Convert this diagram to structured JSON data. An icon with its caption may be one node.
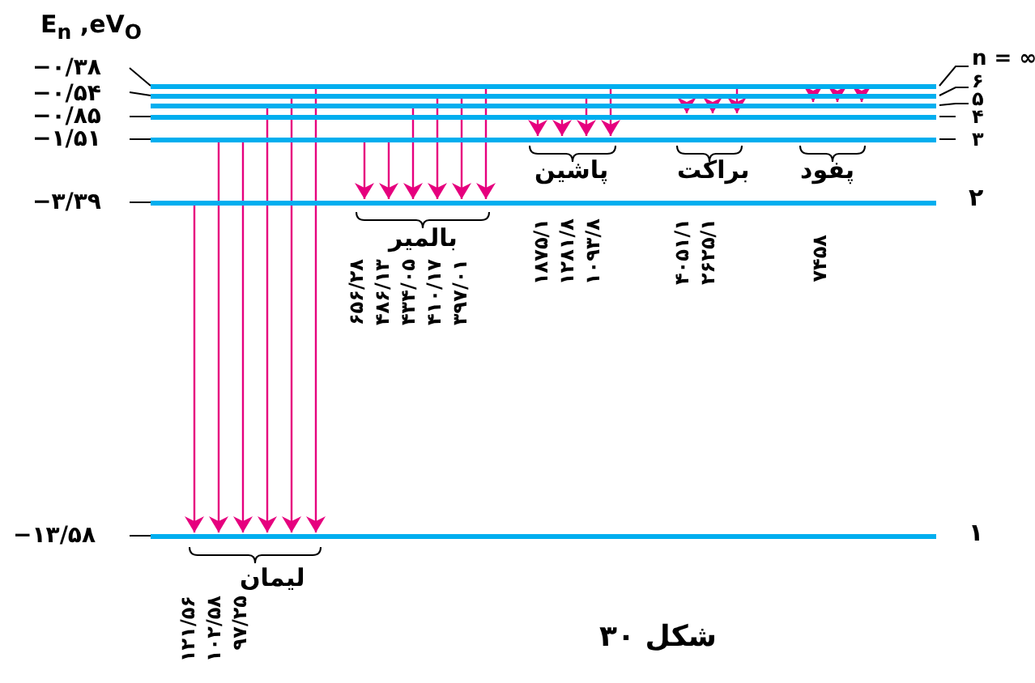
{
  "diagram": {
    "caption": "شکل ۳۰",
    "nodes": [
      {
        "text": [],
        "shape": "bar",
        "beside": [
          "n = ∞"
        ]
      },
      {
        "text": [],
        "shape": "bar",
        "beside": [
          "−۰/۳۸",
          "۶"
        ]
      },
      {
        "text": [],
        "shape": "bar",
        "beside": [
          "−۰/۵۴",
          "۵"
        ]
      },
      {
        "text": [],
        "shape": "bar",
        "beside": [
          "−۰/۸۵",
          "۴"
        ]
      },
      {
        "text": [],
        "shape": "bar",
        "beside": [
          "−۱/۵۱",
          "۳"
        ]
      },
      {
        "text": [],
        "shape": "bar",
        "beside": [
          "−۳/۳۹",
          "۲"
        ]
      },
      {
        "text": [],
        "shape": "bar",
        "beside": [
          "−۱۳/۵۸",
          "۱"
        ]
      }
    ],
    "edges": [
      {
        "from": 5,
        "to": 6,
        "arrow": "to"
      },
      {
        "from": 4,
        "to": 6,
        "arrow": "to"
      },
      {
        "from": 4,
        "to": 6,
        "arrow": "to"
      },
      {
        "from": 2,
        "to": 6,
        "arrow": "to"
      },
      {
        "from": 1,
        "to": 6,
        "arrow": "to"
      },
      {
        "from": 0,
        "to": 6,
        "arrow": "to"
      },
      {
        "from": 4,
        "to": 5,
        "arrow": "to"
      },
      {
        "from": 4,
        "to": 5,
        "arrow": "to"
      },
      {
        "from": 2,
        "to": 5,
        "arrow": "to"
      },
      {
        "from": 1,
        "to": 5,
        "arrow": "to"
      },
      {
        "from": 1,
        "to": 5,
        "arrow": "to"
      },
      {
        "from": 0,
        "to": 5,
        "arrow": "to"
      },
      {
        "from": 3,
        "to": 4,
        "arrow": "to"
      },
      {
        "from": 3,
        "to": 4,
        "arrow": "to"
      },
      {
        "from": 1,
        "to": 4,
        "arrow": "to"
      },
      {
        "from": 0,
        "to": 4,
        "arrow": "to"
      },
      {
        "from": 2,
        "to": 3,
        "arrow": "to"
      },
      {
        "from": 2,
        "to": 3,
        "arrow": "to"
      },
      {
        "from": 0,
        "to": 3,
        "arrow": "to"
      },
      {
        "from": 1,
        "to": 2,
        "arrow": "to"
      },
      {
        "from": 1,
        "to": 2,
        "arrow": "to"
      },
      {
        "from": 1,
        "to": 2,
        "arrow": "to"
      }
    ],
    "labels": [
      "E$_{n}$ ,eV$_{O}$",
      "پاشین",
      "براکت",
      "پفود",
      "۱۸۷۵/۱",
      "۱۲۸۱/۸",
      "۱۰۹۳/۸",
      "۴۰۵۱/۱",
      "۲۶۲۵/۱",
      "۷۴۵۸",
      "بالمیر",
      "۶۵۶/۲۸",
      "۴۸۶/۱۳",
      "۴۳۴/۰۵",
      "۴۱۰/۱۷",
      "۳۹۷/۰۱",
      "لیمان",
      "۱۲۱/۵۶",
      "۱۰۲/۵۸",
      "۹۷/۲۵"
    ]
  }
}
